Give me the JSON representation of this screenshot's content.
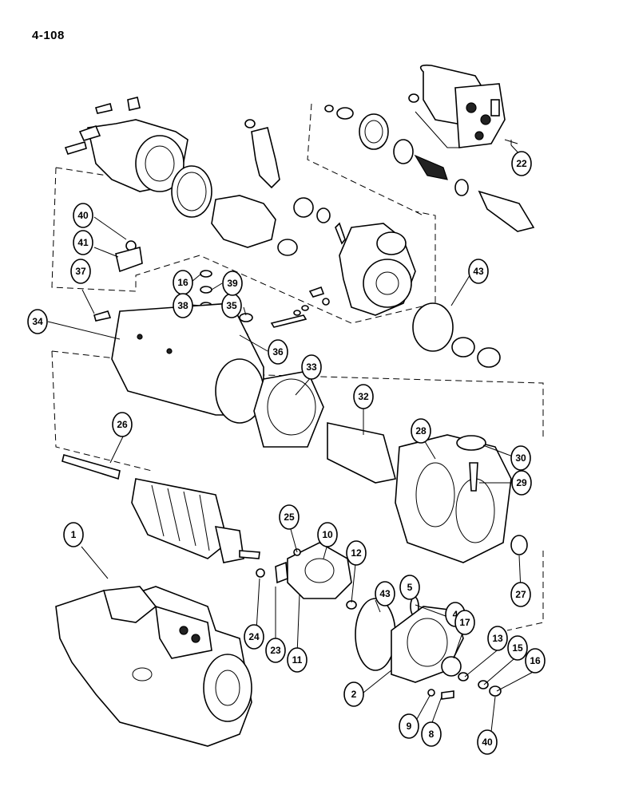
{
  "page_number": "4-108",
  "callouts": [
    {
      "id": "c1",
      "label": "1"
    },
    {
      "id": "c2",
      "label": "2"
    },
    {
      "id": "c4",
      "label": "4"
    },
    {
      "id": "c5",
      "label": "5"
    },
    {
      "id": "c8",
      "label": "8"
    },
    {
      "id": "c9",
      "label": "9"
    },
    {
      "id": "c10",
      "label": "10"
    },
    {
      "id": "c11",
      "label": "11"
    },
    {
      "id": "c12",
      "label": "12"
    },
    {
      "id": "c13",
      "label": "13"
    },
    {
      "id": "c15",
      "label": "15"
    },
    {
      "id": "c16a",
      "label": "16"
    },
    {
      "id": "c16b",
      "label": "16"
    },
    {
      "id": "c17",
      "label": "17"
    },
    {
      "id": "c22",
      "label": "22"
    },
    {
      "id": "c23",
      "label": "23"
    },
    {
      "id": "c24",
      "label": "24"
    },
    {
      "id": "c25",
      "label": "25"
    },
    {
      "id": "c26",
      "label": "26"
    },
    {
      "id": "c27",
      "label": "27"
    },
    {
      "id": "c28",
      "label": "28"
    },
    {
      "id": "c29",
      "label": "29"
    },
    {
      "id": "c30",
      "label": "30"
    },
    {
      "id": "c32",
      "label": "32"
    },
    {
      "id": "c33",
      "label": "33"
    },
    {
      "id": "c34",
      "label": "34"
    },
    {
      "id": "c35",
      "label": "35"
    },
    {
      "id": "c36",
      "label": "36"
    },
    {
      "id": "c37",
      "label": "37"
    },
    {
      "id": "c38",
      "label": "38"
    },
    {
      "id": "c39",
      "label": "39"
    },
    {
      "id": "c40a",
      "label": "40"
    },
    {
      "id": "c40b",
      "label": "40"
    },
    {
      "id": "c41",
      "label": "41"
    },
    {
      "id": "c43a",
      "label": "43"
    },
    {
      "id": "c43b",
      "label": "43"
    }
  ]
}
